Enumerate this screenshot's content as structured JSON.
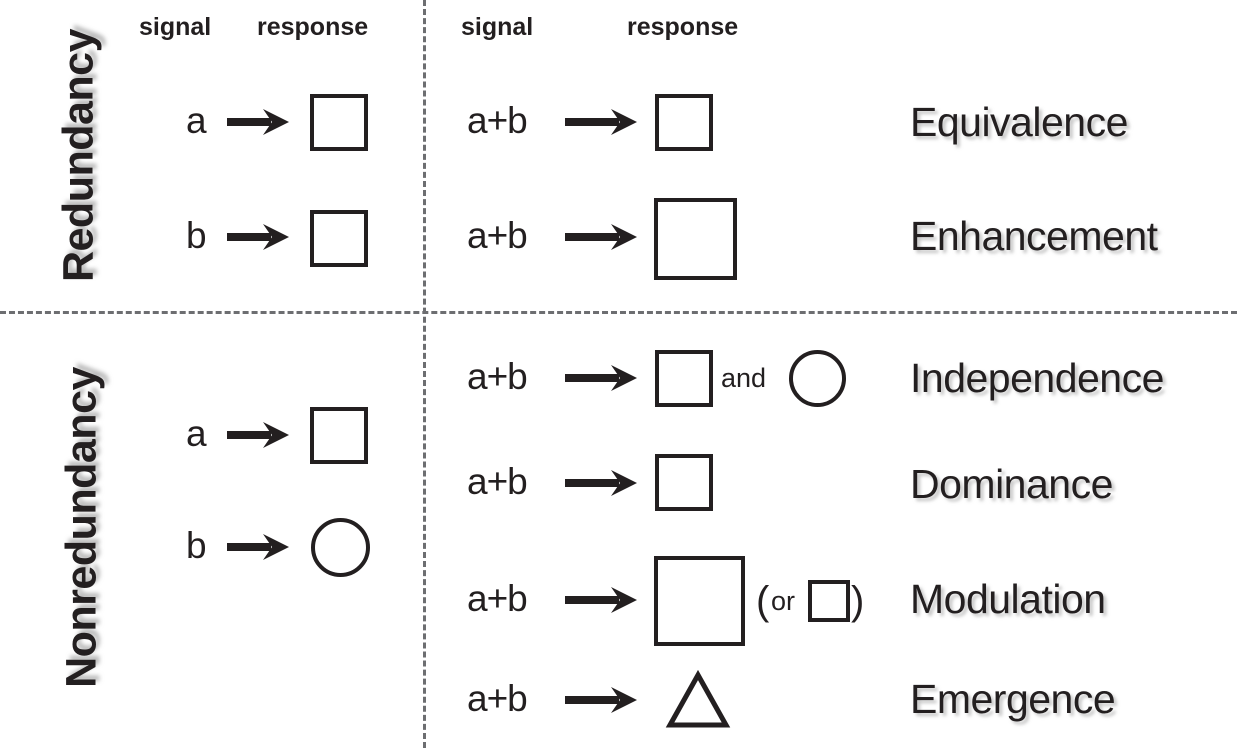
{
  "figure": {
    "background_color": "#ffffff",
    "ink_color": "#231f20",
    "divider_color": "#6d6e71"
  },
  "sections": [
    {
      "id": "redundancy",
      "title": "Redundancy",
      "headers": {
        "left_signal": "signal",
        "left_response": "response",
        "right_signal": "signal",
        "right_response": "response"
      },
      "left_rows": [
        {
          "signal": "a",
          "arrow": "arrow-right-icon",
          "response": "square"
        },
        {
          "signal": "b",
          "arrow": "arrow-right-icon",
          "response": "square"
        }
      ],
      "right_rows": [
        {
          "signal": "a+b",
          "arrow": "arrow-right-icon",
          "response": "square",
          "response_size": "medium",
          "outcome": "Equivalence"
        },
        {
          "signal": "a+b",
          "arrow": "arrow-right-icon",
          "response": "square",
          "response_size": "large",
          "outcome": "Enhancement"
        }
      ]
    },
    {
      "id": "nonredundancy",
      "title": "Nonredundancy",
      "left_rows": [
        {
          "signal": "a",
          "arrow": "arrow-right-icon",
          "response": "square"
        },
        {
          "signal": "b",
          "arrow": "arrow-right-icon",
          "response": "circle"
        }
      ],
      "right_rows": [
        {
          "signal": "a+b",
          "arrow": "arrow-right-icon",
          "response": "square",
          "conjunction": "and",
          "response_2": "circle",
          "outcome": "Independence"
        },
        {
          "signal": "a+b",
          "arrow": "arrow-right-icon",
          "response": "square",
          "response_size": "medium",
          "outcome": "Dominance"
        },
        {
          "signal": "a+b",
          "arrow": "arrow-right-icon",
          "response": "square",
          "response_size": "large",
          "alt_open": "(",
          "alt_word": "or",
          "alt_shape": "square-small",
          "alt_close": ")",
          "outcome": "Modulation"
        },
        {
          "signal": "a+b",
          "arrow": "arrow-right-icon",
          "response": "triangle",
          "outcome": "Emergence"
        }
      ]
    }
  ]
}
